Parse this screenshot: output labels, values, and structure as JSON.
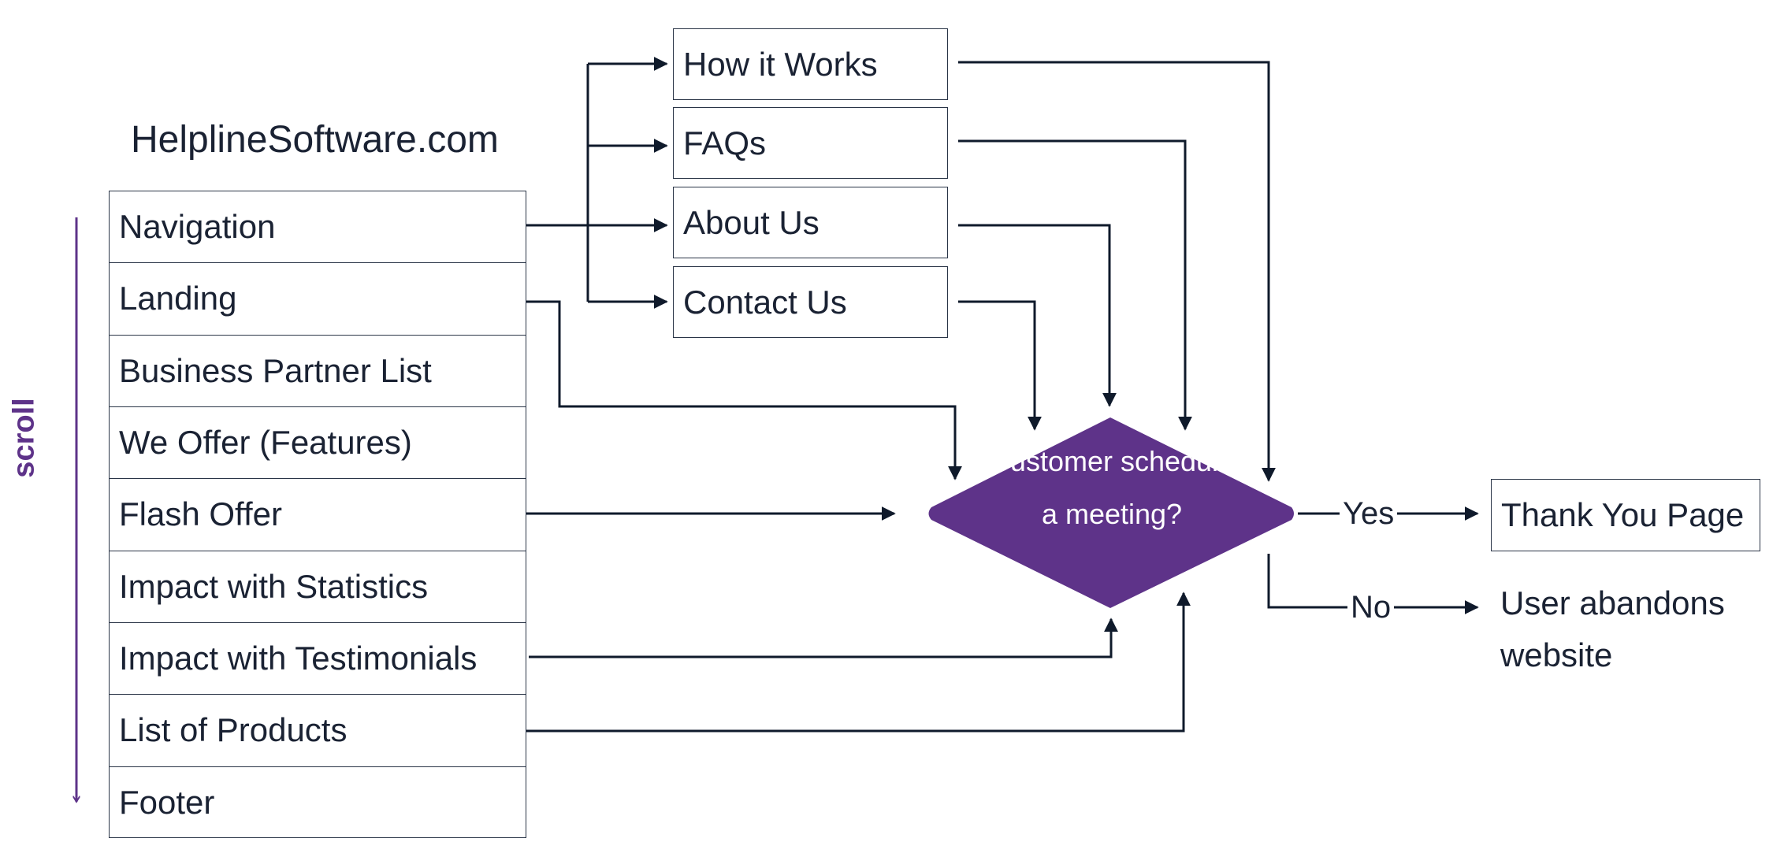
{
  "site_title": "HelplineSoftware.com",
  "scroll_label": "scroll",
  "colors": {
    "accent": "#5e3389",
    "ink": "#1a2233",
    "line": "#0f1a2b"
  },
  "sections": [
    "Navigation",
    "Landing",
    "Business Partner List",
    "We Offer (Features)",
    "Flash Offer",
    "Impact with Statistics",
    "Impact with Testimonials",
    "List of Products",
    "Footer"
  ],
  "nav_pages": [
    "How it Works",
    "FAQs",
    "About Us",
    "Contact Us"
  ],
  "decision": {
    "line1": "Customer schedule",
    "line2": "a meeting?"
  },
  "outcomes": {
    "yes_label": "Yes",
    "yes_target": "Thank You Page",
    "no_label": "No",
    "no_target_line1": "User abandons",
    "no_target_line2": "website"
  }
}
